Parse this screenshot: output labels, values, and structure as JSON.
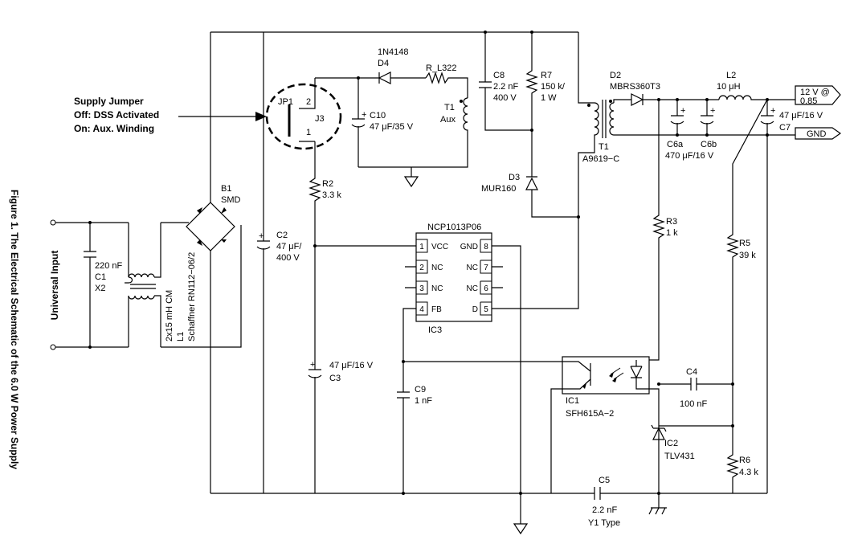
{
  "caption": "Figure 1. The Electrical Schematic of the 6.0 W Power Supply",
  "universal_input": "Universal Input",
  "supply_jumper": {
    "line1": "Supply Jumper",
    "line2": "Off: DSS Activated",
    "line3": "On: Aux. Winding"
  },
  "components": {
    "c1": {
      "value": "220 nF",
      "ref": "C1",
      "type": "X2"
    },
    "l1": {
      "value": "2x15 mH  CM",
      "ref": "L1",
      "part": "Schaffner RN112−06/2"
    },
    "b1": {
      "ref": "B1",
      "type": "SMD"
    },
    "c2": {
      "ref": "C2",
      "value1": "47 μF/",
      "value2": "400 V"
    },
    "c3": {
      "value": "47 μF/16 V",
      "ref": "C3"
    },
    "jp1": {
      "ref": "JP1",
      "pin2": "2",
      "pin1": "1"
    },
    "j3": {
      "ref": "J3"
    },
    "r2": {
      "ref": "R2",
      "value": "3.3 k"
    },
    "d4": {
      "part": "1N4148",
      "ref": "D4"
    },
    "rl": {
      "ref": "R_L322"
    },
    "c10": {
      "ref": "C10",
      "value": "47 μF/35 V"
    },
    "t1aux": {
      "ref": "T1",
      "name": "Aux"
    },
    "c8": {
      "ref": "C8",
      "value1": "2.2 nF",
      "value2": "400 V"
    },
    "r7": {
      "ref": "R7",
      "value1": "150 k/",
      "value2": "1 W"
    },
    "d3": {
      "ref": "D3",
      "part": "MUR160"
    },
    "t1": {
      "ref": "T1",
      "part": "A9619−C"
    },
    "d2": {
      "ref": "D2",
      "part": "MBRS360T3"
    },
    "c6": {
      "ref_a": "C6a",
      "ref_b": "C6b",
      "value": "470 μF/16 V"
    },
    "l2": {
      "ref": "L2",
      "value": "10 μH"
    },
    "c7": {
      "value": "47 μF/16 V",
      "ref": "C7"
    },
    "out": {
      "v_line1": "12 V @",
      "v_line2": "0.85",
      "gnd": "GND"
    },
    "r3": {
      "ref": "R3",
      "value": "1 k"
    },
    "r5": {
      "ref": "R5",
      "value": "39 k"
    },
    "c4": {
      "ref": "C4",
      "value": "100 nF"
    },
    "ic1": {
      "ref": "IC1",
      "part": "SFH615A−2"
    },
    "ic2": {
      "ref": "IC2",
      "part": "TLV431"
    },
    "r6": {
      "ref": "R6",
      "value": "4.3 k"
    },
    "c9": {
      "ref": "C9",
      "value": "1 nF"
    },
    "c5": {
      "ref": "C5",
      "value": "2.2 nF",
      "type": "Y1 Type"
    },
    "ic3": {
      "part": "NCP1013P06",
      "ref": "IC3",
      "pins": [
        {
          "num": "1",
          "name": "VCC"
        },
        {
          "num": "2",
          "name": "NC"
        },
        {
          "num": "3",
          "name": "NC"
        },
        {
          "num": "4",
          "name": "FB"
        },
        {
          "num": "5",
          "name": "D"
        },
        {
          "num": "6",
          "name": "NC"
        },
        {
          "num": "7",
          "name": "NC"
        },
        {
          "num": "8",
          "name": "GND"
        }
      ]
    }
  }
}
